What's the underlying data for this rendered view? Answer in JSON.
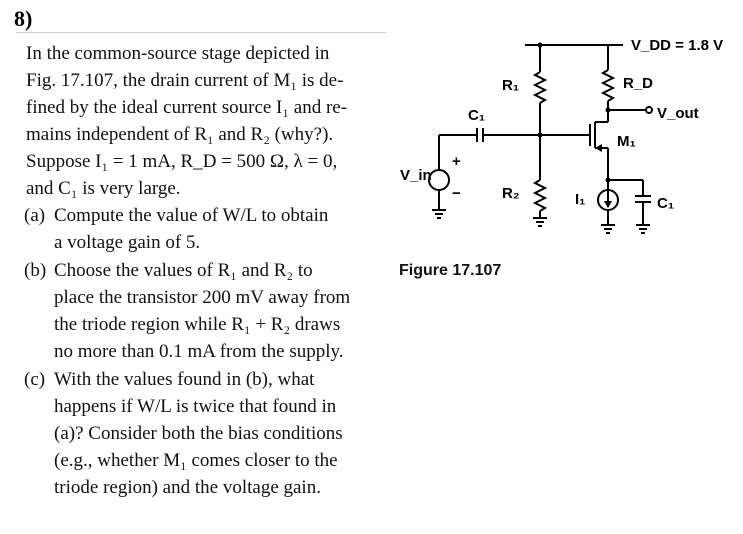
{
  "problem": {
    "number": "8)"
  },
  "statement": {
    "lines": [
      "In the common-source stage depicted in",
      "Fig. 17.107, the drain current of M₁ is de-",
      "fined by the ideal current source I₁ and re-",
      "mains independent of R₁ and R₂ (why?).",
      "Suppose I₁ = 1 mA, R_D = 500 Ω, λ = 0,",
      "and C₁ is very large."
    ]
  },
  "parts": [
    {
      "label": "(a)",
      "lines": [
        "Compute the value of W/L to obtain",
        "a voltage gain of 5."
      ]
    },
    {
      "label": "(b)",
      "lines": [
        "Choose the values of R₁ and R₂ to",
        "place the transistor 200 mV away from",
        "the triode region while R₁ + R₂ draws",
        "no more than 0.1 mA from the supply."
      ]
    },
    {
      "label": "(c)",
      "lines": [
        "With the values found in (b), what",
        "happens if W/L is twice that found in",
        "(a)? Consider both the bias conditions",
        "(e.g., whether M₁ comes closer to the",
        "triode region) and the voltage gain."
      ]
    }
  ],
  "figure": {
    "caption": "Figure 17.107",
    "labels": {
      "vdd": "V_DD = 1.8 V",
      "r1": "R₁",
      "r2": "R₂",
      "rd": "R_D",
      "vout": "V_out",
      "c1_in": "C₁",
      "c1_out": "C₁",
      "m1": "M₁",
      "i1": "I₁",
      "vin": "V_in",
      "plus": "+",
      "minus": "−"
    }
  }
}
